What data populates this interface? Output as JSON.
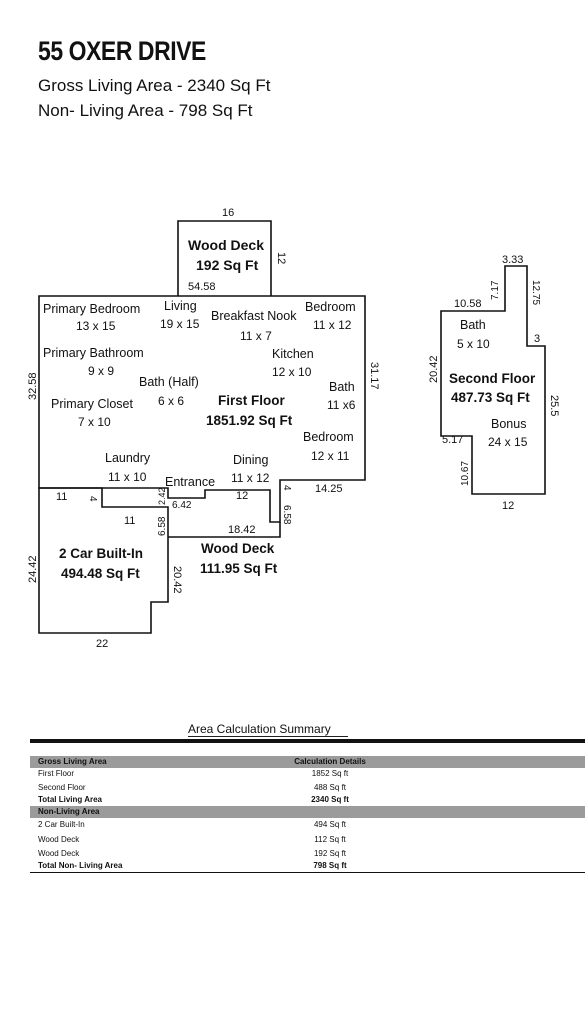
{
  "header": {
    "title": "55 OXER DRIVE",
    "gross_living_area": "Gross Living Area - 2340 Sq Ft",
    "non_living_area": "Non- Living Area - 798 Sq Ft"
  },
  "plan": {
    "deck_top": {
      "name": "Wood Deck",
      "area": "192 Sq Ft",
      "dim_top": "16",
      "dim_right": "12",
      "dim_bottom": "54.58"
    },
    "first_floor": {
      "name": "First Floor",
      "area": "1851.92 Sq Ft"
    },
    "second_floor": {
      "name": "Second Floor",
      "area": "487.73 Sq Ft"
    },
    "garage": {
      "name": "2 Car Built-In",
      "area": "494.48 Sq Ft"
    },
    "deck_bottom": {
      "name": "Wood Deck",
      "area": "111.95 Sq Ft"
    },
    "rooms": [
      {
        "name": "Primary Bedroom",
        "size": "13 x 15"
      },
      {
        "name": "Living",
        "size": "19 x 15"
      },
      {
        "name": "Breakfast Nook",
        "size": "11 x 7"
      },
      {
        "name": "Bedroom",
        "size": "11 x 12"
      },
      {
        "name": "Primary Bathroom",
        "size": "9 x 9"
      },
      {
        "name": "Kitchen",
        "size": "12 x 10"
      },
      {
        "name": "Bath (Half)",
        "size": ""
      },
      {
        "name": "Bath",
        "size": "11 x6"
      },
      {
        "name": "Primary Closet",
        "size": "7 x 10"
      },
      {
        "name": "",
        "size": "6 x 6"
      },
      {
        "name": "Bedroom",
        "size": "12 x 11"
      },
      {
        "name": "Laundry",
        "size": "11 x 10"
      },
      {
        "name": "Dining",
        "size": "11 x 12"
      },
      {
        "name": "Entrance",
        "size": ""
      },
      {
        "name": "Bath",
        "size": "5 x 10"
      },
      {
        "name": "Bonus",
        "size": "24 x 15"
      }
    ],
    "dimensions": {
      "left_height": "32.58",
      "right_height": "31.17",
      "garage_left": "24.42",
      "garage_bottom": "22",
      "garage_inner_right": "20.42",
      "garage_top": "11",
      "notch_4_left": "4",
      "notch_11": "11",
      "v_2_42": "2.42",
      "v_6_58": "6.58",
      "entrance_6_42": "6.42",
      "entrance_12": "12",
      "notch_4_right": "4",
      "deck_right_6_58": "6.58",
      "deck_top_18_42": "18.42",
      "right_bottom_14_25": "14.25",
      "second_left": "20.42",
      "second_10_58": "10.58",
      "second_7_17": "7.17",
      "second_3_33": "3.33",
      "second_12_75": "12.75",
      "second_3": "3",
      "second_right": "25.5",
      "second_5_17": "5.17",
      "second_10_67": "10.67",
      "second_bottom": "12"
    }
  },
  "summary": {
    "title": "Area Calculation Summary",
    "gross_header": "Gross Living Area",
    "details_header": "Calculation Details",
    "first_floor_label": "First Floor",
    "first_floor_value": "1852 Sq ft",
    "second_floor_label": "Second Floor",
    "second_floor_value": "488 Sq ft",
    "total_living_label": "Total Living Area",
    "total_living_value": "2340 Sq ft",
    "non_living_header": "Non-Living Area",
    "garage_label": "2 Car Built-In",
    "garage_value": "494 Sq ft",
    "deck1_label": "Wood Deck",
    "deck1_value": "112 Sq ft",
    "deck2_label": "Wood Deck",
    "deck2_value": "192 Sq ft",
    "total_non_label": "Total Non- Living Area",
    "total_non_value": "798 Sq ft"
  }
}
